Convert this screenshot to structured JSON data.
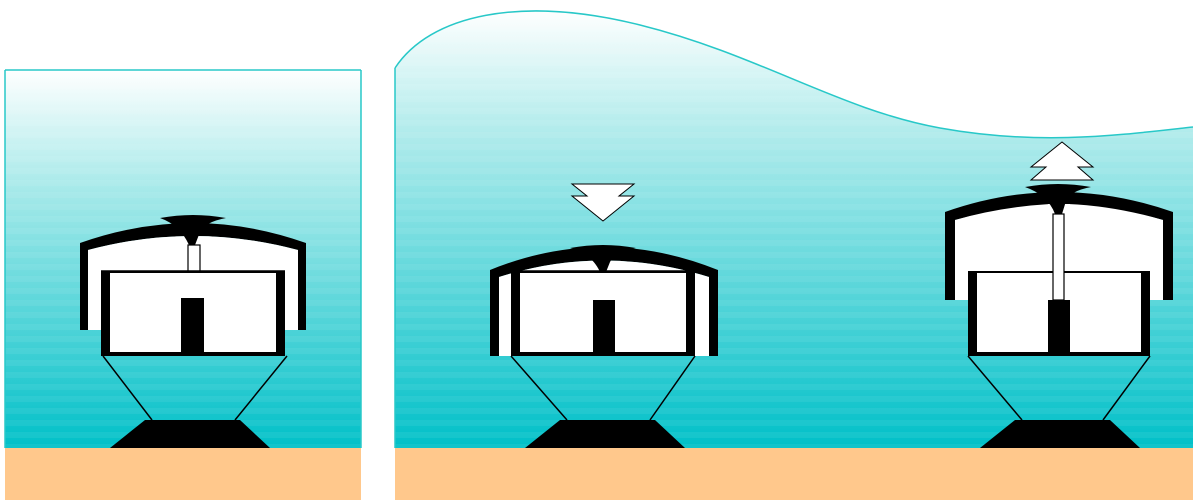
{
  "colors": {
    "water_top": "#ffffff",
    "water_bottom": "#00c0c8",
    "surface_line": "#28c8c8",
    "seabed": "#ffc88c",
    "machine_black": "#000000",
    "machine_white": "#ffffff",
    "arrow_fill": "#ffffff"
  },
  "panels": [
    {
      "name": "still-water",
      "water": "flat",
      "float_state": "rest",
      "arrow": "none"
    },
    {
      "name": "wave",
      "water": "wave",
      "devices": [
        {
          "name": "trough-device",
          "float_state": "pushed-down",
          "arrow": "down-arrow-icon"
        },
        {
          "name": "crest-device",
          "float_state": "lifted-up",
          "arrow": "up-arrow-icon"
        }
      ]
    }
  ]
}
